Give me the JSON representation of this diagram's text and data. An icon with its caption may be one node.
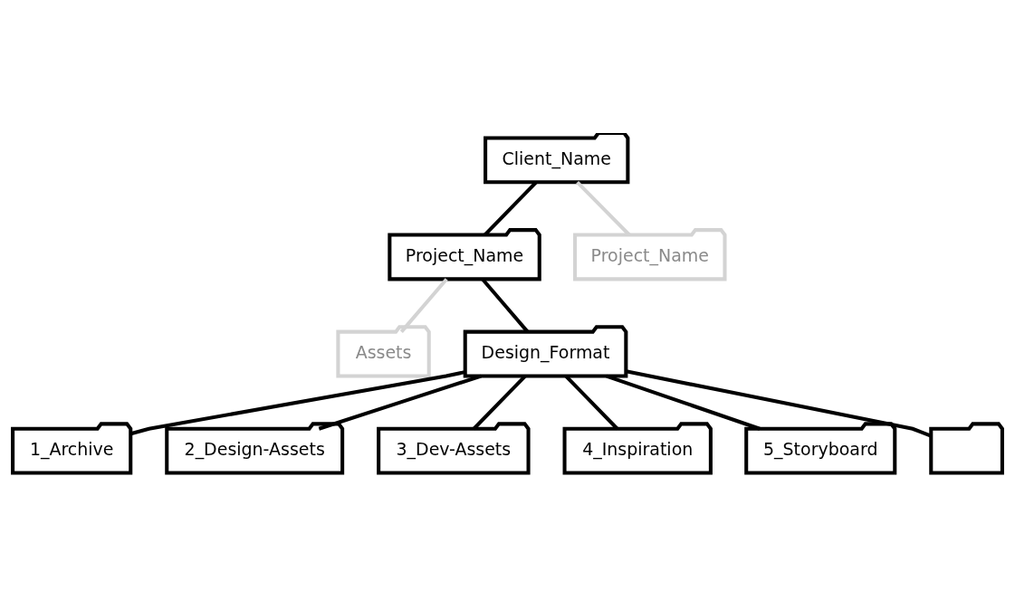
{
  "diagram": {
    "nodes": [
      {
        "text": [
          "Client_Name"
        ]
      },
      {
        "text": [
          "Project_Name"
        ]
      },
      {
        "text": [
          "Project_Name"
        ]
      },
      {
        "text": [
          "Assets"
        ]
      },
      {
        "text": [
          "Design_Format"
        ]
      },
      {
        "text": [
          "1_Archive"
        ]
      },
      {
        "text": [
          "2_Design-Assets"
        ]
      },
      {
        "text": [
          "3_Dev-Assets"
        ]
      },
      {
        "text": [
          "4_Inspiration"
        ]
      },
      {
        "text": [
          "5_Storyboard"
        ]
      },
      {
        "text": [],
        "shape": "folder"
      }
    ],
    "edges": [
      {
        "from": 0,
        "to": 1,
        "arrow": "none"
      },
      {
        "from": 0,
        "to": 2,
        "arrow": "none",
        "color": "#d3d3d3"
      },
      {
        "from": 1,
        "to": 3,
        "arrow": "none",
        "color": "#d3d3d3"
      },
      {
        "from": 1,
        "to": 4,
        "arrow": "none"
      },
      {
        "from": 4,
        "to": 5,
        "arrow": "none"
      },
      {
        "from": 4,
        "to": 6,
        "arrow": "none"
      },
      {
        "from": 4,
        "to": 7,
        "arrow": "none"
      },
      {
        "from": 4,
        "to": 8,
        "arrow": "none"
      },
      {
        "from": 4,
        "to": 9,
        "arrow": "none"
      },
      {
        "from": 4,
        "to": 10,
        "arrow": "none"
      }
    ]
  }
}
